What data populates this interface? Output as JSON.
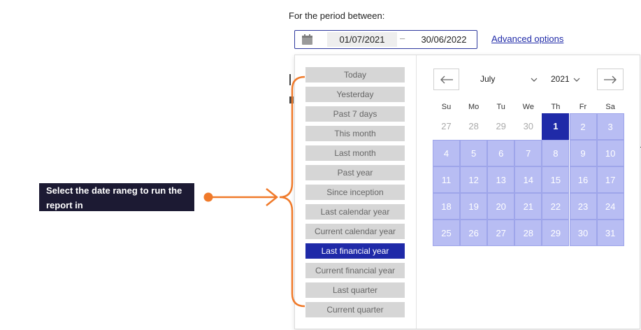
{
  "period": {
    "label": "For the period between:",
    "from_date": "01/07/2021",
    "separator": "–",
    "to_date": "30/06/2022",
    "advanced_link": "Advanced options"
  },
  "presets": {
    "items": [
      {
        "label": "Today",
        "active": false
      },
      {
        "label": "Yesterday",
        "active": false
      },
      {
        "label": "Past 7 days",
        "active": false
      },
      {
        "label": "This month",
        "active": false
      },
      {
        "label": "Last month",
        "active": false
      },
      {
        "label": "Past year",
        "active": false
      },
      {
        "label": "Since inception",
        "active": false
      },
      {
        "label": "Last calendar year",
        "active": false
      },
      {
        "label": "Current calendar year",
        "active": false
      },
      {
        "label": "Last financial year",
        "active": true
      },
      {
        "label": "Current financial year",
        "active": false
      },
      {
        "label": "Last quarter",
        "active": false
      },
      {
        "label": "Current quarter",
        "active": false
      }
    ]
  },
  "calendar": {
    "month": "July",
    "year": "2021",
    "weekdays": [
      "Su",
      "Mo",
      "Tu",
      "We",
      "Th",
      "Fr",
      "Sa"
    ],
    "leading_days": [
      "27",
      "28",
      "29",
      "30"
    ],
    "days": [
      "1",
      "2",
      "3",
      "4",
      "5",
      "6",
      "7",
      "8",
      "9",
      "10",
      "11",
      "12",
      "13",
      "14",
      "15",
      "16",
      "17",
      "18",
      "19",
      "20",
      "21",
      "22",
      "23",
      "24",
      "25",
      "26",
      "27",
      "28",
      "29",
      "30",
      "31"
    ],
    "selected_day": "1",
    "colors": {
      "selected": "#1f2aa8",
      "in_range": "#b8bdf3"
    }
  },
  "callout": {
    "text": "Select the date raneg to run the report in",
    "accent_color": "#f07a2a"
  }
}
